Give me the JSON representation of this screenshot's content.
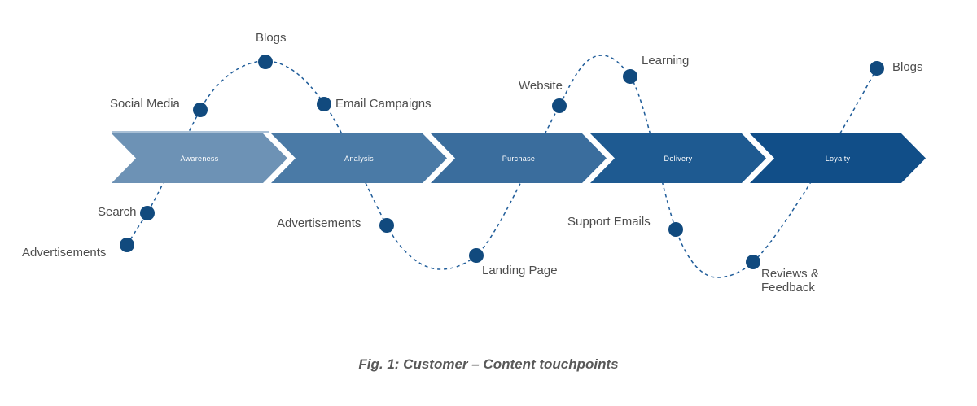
{
  "figure": {
    "caption": "Fig. 1: Customer – Content touchpoints"
  },
  "stages": [
    {
      "label": "Awareness",
      "color": "#6d92b5"
    },
    {
      "label": "Analysis",
      "color": "#4a7aa6"
    },
    {
      "label": "Purchase",
      "color": "#3a6d9d"
    },
    {
      "label": "Delivery",
      "color": "#1e5a91"
    },
    {
      "label": "Loyalty",
      "color": "#114e88"
    }
  ],
  "touchpoints": [
    {
      "label": "Advertisements",
      "position": "below",
      "stage": "Awareness"
    },
    {
      "label": "Search",
      "position": "below",
      "stage": "Awareness"
    },
    {
      "label": "Social Media",
      "position": "above",
      "stage": "Awareness"
    },
    {
      "label": "Blogs",
      "position": "above",
      "stage": "Awareness"
    },
    {
      "label": "Email Campaigns",
      "position": "above",
      "stage": "Analysis"
    },
    {
      "label": "Advertisements",
      "position": "below",
      "stage": "Analysis"
    },
    {
      "label": "Landing Page",
      "position": "below",
      "stage": "Purchase"
    },
    {
      "label": "Website",
      "position": "above",
      "stage": "Purchase"
    },
    {
      "label": "Learning",
      "position": "above",
      "stage": "Delivery"
    },
    {
      "label": "Support Emails",
      "position": "below",
      "stage": "Delivery"
    },
    {
      "label": "Reviews &\nFeedback",
      "position": "below",
      "stage": "Loyalty"
    },
    {
      "label": "Blogs",
      "position": "above",
      "stage": "Loyalty"
    }
  ],
  "colors": {
    "dot": "#114a7e",
    "curve": "#1f5c99",
    "label_text": "#4d4d4d",
    "caption_text": "#595959"
  }
}
